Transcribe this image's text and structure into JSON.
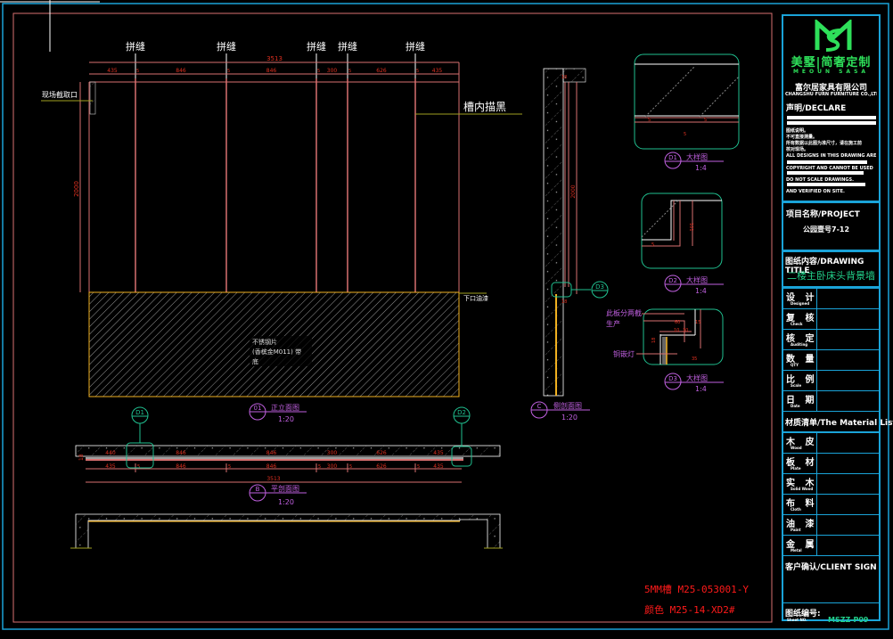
{
  "drawing": {
    "colors": {
      "background": "#000000",
      "frame_outer": "#1aa3d8",
      "frame_inner": "#d87070",
      "dimension": "#d87070",
      "dim_text": "#e03020",
      "label_magenta": "#c060e0",
      "callout_teal": "#20c090",
      "finish_yellow": "#f0b020",
      "leader_olive": "#a0a020",
      "brand_green": "#2ee05a",
      "notes_red": "#ff1a1a"
    },
    "front_elevation": {
      "hinge_label": "拼缝",
      "top_dims": [
        "435",
        "846",
        "846",
        "300",
        "626",
        "435"
      ],
      "gap_dims": [
        "5",
        "5",
        "5",
        "5",
        "5"
      ],
      "total_width": "3513",
      "height_dim": "2000",
      "left_callout": "现场截取口",
      "right_callout": "槽内描黑",
      "lower_callout": "下口油漆",
      "panel_note": [
        "不锈钢片",
        "(香槟金M011) 带",
        "底"
      ],
      "title_marker": "01",
      "title": "正立面图",
      "scale": "1:20"
    },
    "plan_section": {
      "marker_left": "D1",
      "marker_right": "D2",
      "upper_dims": [
        "440",
        "846",
        "846",
        "300",
        "626",
        "435"
      ],
      "lower_dims": [
        "435",
        "846",
        "846",
        "300",
        "626",
        "435"
      ],
      "gap_dims": [
        "5",
        "5",
        "5",
        "5",
        "5"
      ],
      "total": "3513",
      "side_dim": "18",
      "title_marker": "B",
      "title": "平剖面图",
      "scale": "1:20"
    },
    "side_section": {
      "height_dim": "2000",
      "top_dim": "18",
      "bottom_dims": [
        "18",
        "18",
        "18"
      ],
      "marker": "D3",
      "title_marker": "C",
      "title": "侧剖面图",
      "scale": "1:20"
    },
    "details": [
      {
        "marker": "D1",
        "title": "大样图",
        "scale": "1:4",
        "dims": [
          "5",
          "5",
          "10",
          "5"
        ]
      },
      {
        "marker": "D2",
        "title": "大样图",
        "scale": "1:4",
        "dims": [
          "101",
          "5"
        ]
      },
      {
        "marker": "D3",
        "title": "大样图",
        "scale": "1:4",
        "dims": [
          "60",
          "15",
          "10",
          "30",
          "18",
          "8",
          "35"
        ],
        "callouts": [
          "此板分两截",
          "生产",
          "铜嵌灯"
        ]
      }
    ],
    "notes": [
      "5MM槽 M25-053001-Y",
      "颜色 M25-14-XD2#"
    ]
  },
  "title_block": {
    "brand": "美墅|简奢定制",
    "brand_sub": "MEOUN SASA",
    "company": "富尔居家具有限公司",
    "company_en": "CHANGSHU FURN FURNITURE CO.,LTD.",
    "declaration_label": "声明/DECLARE",
    "declaration_lines": [
      "图纸说明。",
      "不可直接测量。",
      "所有数据以此图为准尺寸，请在施工前",
      "核对现场。",
      "ALL DESIGNS IN THIS DRAWING ARE",
      "COPYRIGHT AND CANNOT BE USED",
      "DO NOT SCALE DRAWINGS.",
      "AND VERIFIED ON SITE."
    ],
    "project_label": "项目名称/PROJECT",
    "project_value": "公园壹号7-12",
    "drawing_title_label": "图纸内容/DRAWING TITLE",
    "drawing_title_value": "二楼主卧床头背景墙",
    "sign_rows": [
      {
        "zh": "设 计",
        "en": "Designed"
      },
      {
        "zh": "复 核",
        "en": "Check"
      },
      {
        "zh": "核 定",
        "en": "Auditing"
      },
      {
        "zh": "数 量",
        "en": "QTY"
      },
      {
        "zh": "比 例",
        "en": "Scale"
      },
      {
        "zh": "日 期",
        "en": "Date"
      }
    ],
    "material_label": "材质清单/The Material List",
    "material_rows": [
      {
        "zh": "木 皮",
        "en": "Wood"
      },
      {
        "zh": "板 材",
        "en": "Plate"
      },
      {
        "zh": "实 木",
        "en": "Solid Wood"
      },
      {
        "zh": "布 料",
        "en": "Cloth"
      },
      {
        "zh": "油 漆",
        "en": "Paint"
      },
      {
        "zh": "金 属",
        "en": "Metal"
      }
    ],
    "client_label": "客户确认/CLIENT SIGN",
    "sheet_label": "图纸编号:",
    "sheet_label_en": "Sheet NO.",
    "sheet_number": "MSZZ-P09"
  }
}
